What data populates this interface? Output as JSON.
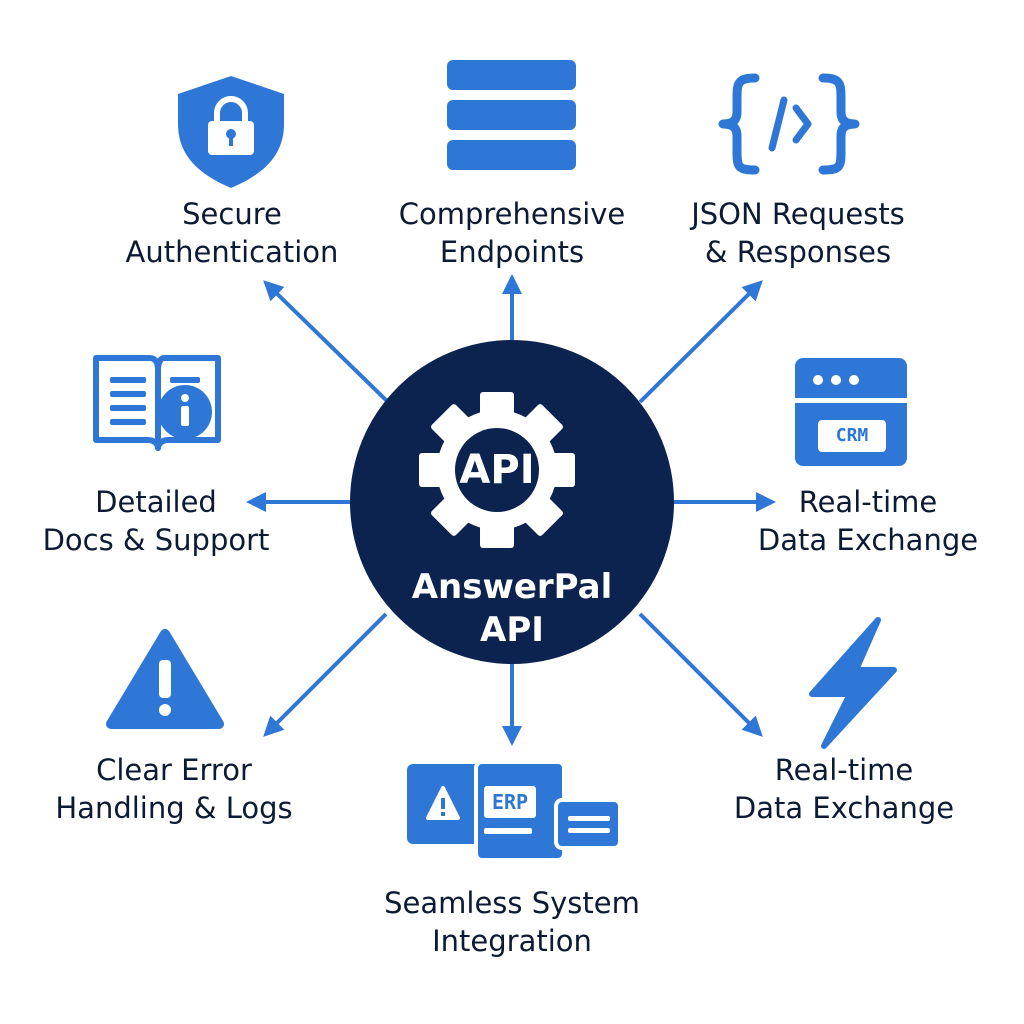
{
  "colors": {
    "accent": "#2f77d6",
    "hub": "#0c2350",
    "text": "#0c1a33",
    "background": "#ffffff"
  },
  "hub": {
    "icon": "gear-icon",
    "badge": "API",
    "title_line1": "AnswerPal",
    "title_line2": "API"
  },
  "features": {
    "auth": {
      "icon": "shield-lock-icon",
      "line1": "Secure",
      "line2": "Authentication"
    },
    "endpoints": {
      "icon": "server-stack-icon",
      "line1": "Comprehensive",
      "line2": "Endpoints"
    },
    "json": {
      "icon": "code-braces-icon",
      "line1": "JSON Requests",
      "line2": "& Responses"
    },
    "docs": {
      "icon": "book-info-icon",
      "line1": "Detailed",
      "line2": "Docs & Support"
    },
    "crm": {
      "icon": "crm-window-icon",
      "badge": "CRM",
      "line1": "Real-time",
      "line2": "Data Exchange"
    },
    "errors": {
      "icon": "warning-triangle-icon",
      "line1": "Clear Error",
      "line2": "Handling & Logs"
    },
    "erp": {
      "icon": "erp-cards-icon",
      "badge": "ERP",
      "line1": "Seamless System",
      "line2": "Integration"
    },
    "realtime": {
      "icon": "lightning-bolt-icon",
      "line1": "Real-time",
      "line2": "Data Exchange"
    }
  }
}
